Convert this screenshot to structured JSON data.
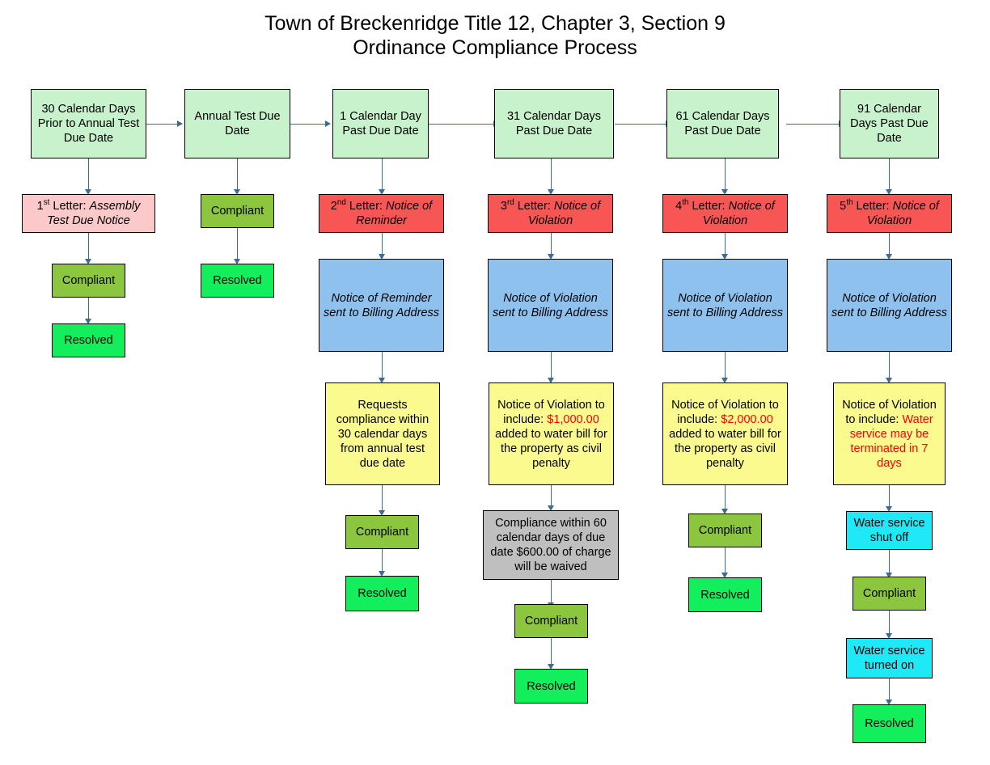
{
  "title": "Town of Breckenridge Title 12, Chapter 3, Section 9\nOrdinance Compliance Process",
  "colors": {
    "mint": "#C8F2CC",
    "pink": "#FBC9C9",
    "red": "#F85555",
    "blue": "#8EC1EE",
    "yellow": "#FBFA8F",
    "olive": "#8CC63E",
    "green": "#13EF5C",
    "grey": "#BFBFBF",
    "cyan": "#1FE8F7",
    "connector": "#3E6A96",
    "emphasis_text": "#FF0000"
  },
  "columns": [
    {
      "id": "col-1",
      "header": "30 Calendar Days Prior to Annual Test Due Date",
      "nodes": [
        {
          "id": "letter-1",
          "label": "1st Letter: Assembly Test Due Notice"
        },
        {
          "id": "compliant-1",
          "label": "Compliant"
        },
        {
          "id": "resolved-1",
          "label": "Resolved"
        }
      ]
    },
    {
      "id": "col-2",
      "header": "Annual Test Due Date",
      "nodes": [
        {
          "id": "compliant-2",
          "label": "Compliant"
        },
        {
          "id": "resolved-2",
          "label": "Resolved"
        }
      ]
    },
    {
      "id": "col-3",
      "header": "1 Calendar Day Past Due Date",
      "nodes": [
        {
          "id": "letter-2",
          "label": "2nd Letter: Notice of Reminder"
        },
        {
          "id": "delivery-3",
          "label": "Notice of Reminder sent to Billing Address"
        },
        {
          "id": "detail-3",
          "label": "Requests compliance within 30 calendar days from annual test due date"
        },
        {
          "id": "compliant-3",
          "label": "Compliant"
        },
        {
          "id": "resolved-3",
          "label": "Resolved"
        }
      ]
    },
    {
      "id": "col-4",
      "header": "31 Calendar Days Past Due Date",
      "nodes": [
        {
          "id": "letter-3",
          "label": "3rd Letter: Notice of Violation"
        },
        {
          "id": "delivery-4",
          "label": "Notice of Violation sent to Billing Address"
        },
        {
          "id": "detail-4",
          "label": "Notice of Violation to include: $1,000.00 added to water bill for the property as civil penalty",
          "amount": "$1,000.00"
        },
        {
          "id": "waiver-4",
          "label": "Compliance within 60 calendar days of due date $600.00 of charge will be waived"
        },
        {
          "id": "compliant-4",
          "label": "Compliant"
        },
        {
          "id": "resolved-4",
          "label": "Resolved"
        }
      ]
    },
    {
      "id": "col-5",
      "header": "61 Calendar Days Past Due Date",
      "nodes": [
        {
          "id": "letter-4",
          "label": "4th Letter: Notice of Violation"
        },
        {
          "id": "delivery-5",
          "label": "Notice of Violation sent to Billing Address"
        },
        {
          "id": "detail-5",
          "label": "Notice of Violation to include: $2,000.00 added to water bill for the property as civil penalty",
          "amount": "$2,000.00"
        },
        {
          "id": "compliant-5",
          "label": "Compliant"
        },
        {
          "id": "resolved-5",
          "label": "Resolved"
        }
      ]
    },
    {
      "id": "col-6",
      "header": "91 Calendar Days Past Due Date",
      "nodes": [
        {
          "id": "letter-5",
          "label": "5th Letter: Notice of Violation"
        },
        {
          "id": "delivery-6",
          "label": "Notice of Violation sent to Billing Address"
        },
        {
          "id": "detail-6",
          "label": "Notice of Violation to include: Water service may be terminated in 7 days",
          "emphasis": "Water service may be terminated in 7 days"
        },
        {
          "id": "shutoff-6",
          "label": "Water service shut off"
        },
        {
          "id": "compliant-6",
          "label": "Compliant"
        },
        {
          "id": "turnon-6",
          "label": "Water service turned on"
        },
        {
          "id": "resolved-6",
          "label": "Resolved"
        }
      ]
    }
  ],
  "text": {
    "headers": {
      "h1": "30 Calendar Days Prior to Annual Test Due Date",
      "h2": "Annual Test Due Date",
      "h3": "1 Calendar Day Past Due Date",
      "h4": "31 Calendar Days Past Due Date",
      "h5": "61 Calendar Days Past Due Date",
      "h6": "91 Calendar Days Past Due Date"
    },
    "letters": {
      "l1_ordinal": "1",
      "l1_suffix": "st",
      "l1_lead": " Letter: ",
      "l1_name": "Assembly Test Due Notice",
      "l2_ordinal": "2",
      "l2_suffix": "nd",
      "l2_lead": " Letter: ",
      "l2_name": "Notice of Reminder",
      "l3_ordinal": "3",
      "l3_suffix": "rd",
      "l3_lead": " Letter: ",
      "l3_name": "Notice of Violation",
      "l4_ordinal": "4",
      "l4_suffix": "th",
      "l4_lead": " Letter: ",
      "l4_name": "Notice of Violation",
      "l5_ordinal": "5",
      "l5_suffix": "th",
      "l5_lead": " Letter: ",
      "l5_name": "Notice of Violation"
    },
    "deliveries": {
      "d3": "Notice of Reminder sent to Billing Address",
      "d4": "Notice of Violation sent to Billing Address",
      "d5": "Notice of Violation sent to Billing Address",
      "d6": "Notice of Violation sent to Billing Address"
    },
    "details": {
      "d3": "Requests compliance within 30 calendar days from annual test due date",
      "d4_pre": "Notice of Violation to include: ",
      "d4_amount": "$1,000.00",
      "d4_post": " added to water bill for the property as civil penalty",
      "d5_pre": "Notice of Violation to include: ",
      "d5_amount": "$2,000.00",
      "d5_post": " added to water bill for the property as civil penalty",
      "d6_pre": "Notice of Violation to include: ",
      "d6_emphasis": "Water service may be terminated in 7 days"
    },
    "waiver": "Compliance within 60 calendar days of due date $600.00 of charge will be waived",
    "status": {
      "compliant": "Compliant",
      "resolved": "Resolved",
      "shut_off": "Water service shut off",
      "turned_on": "Water service turned on"
    }
  }
}
